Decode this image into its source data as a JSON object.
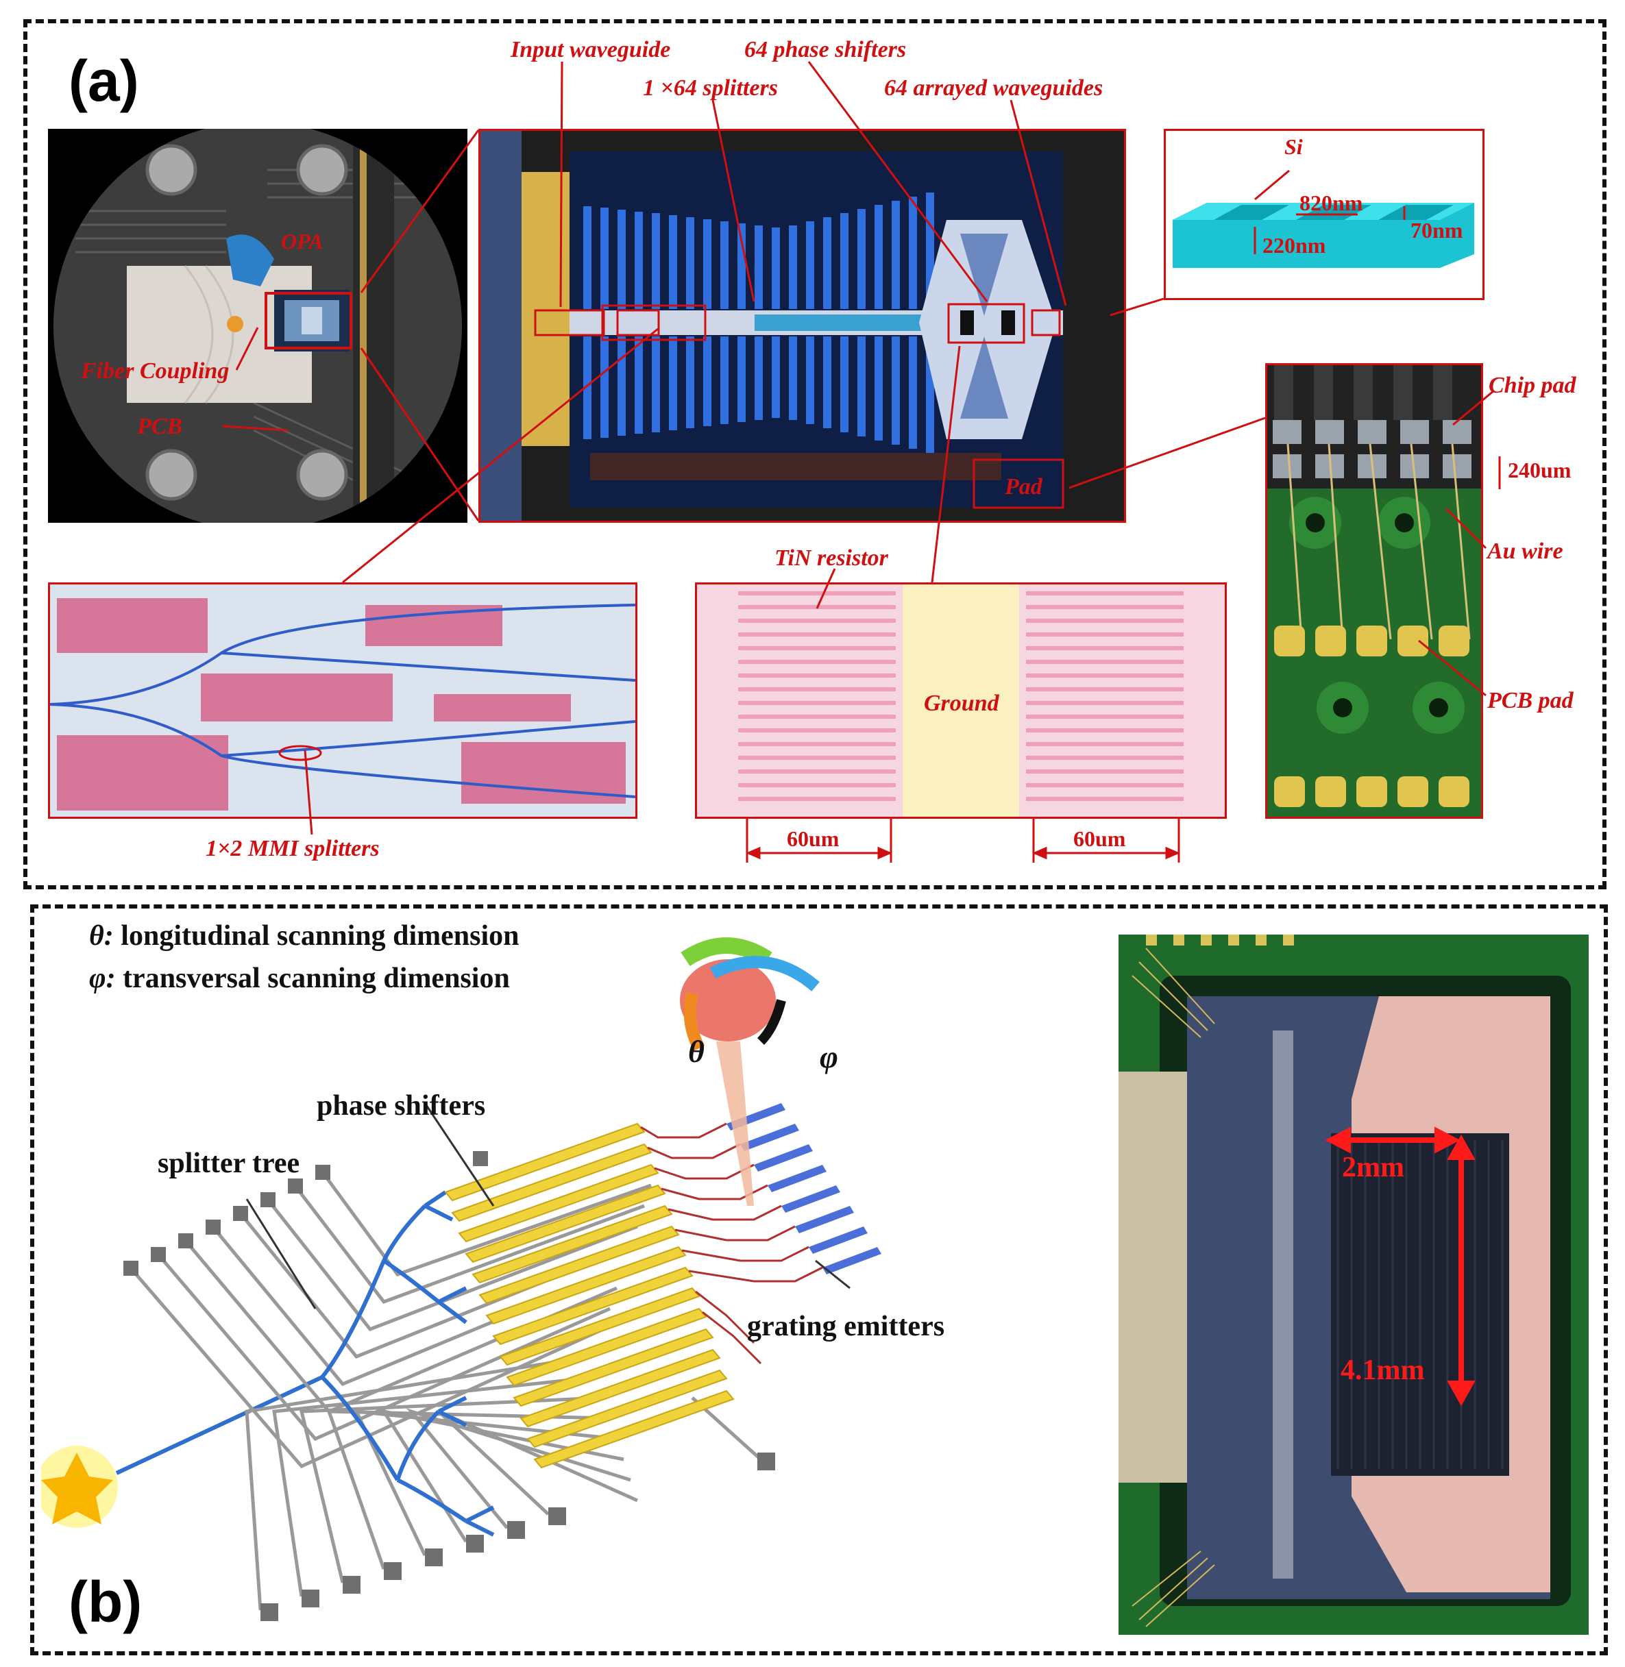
{
  "panel_a": {
    "letter": "(a)",
    "overview_labels": {
      "opa": "OPA",
      "fiber_coupling": "Fiber Coupling",
      "pcb": "PCB"
    },
    "chip_callouts": {
      "input_waveguide": "Input waveguide",
      "splitters": "1 ×64 splitters",
      "phase_shifters": "64 phase shifters",
      "arrayed_waveguides": "64 arrayed waveguides",
      "pad": "Pad"
    },
    "cross_section": {
      "material": "Si",
      "width": "820nm",
      "etch_depth": "70nm",
      "thickness": "220nm"
    },
    "pads": {
      "chip_pad": "Chip pad",
      "pitch": "240um",
      "au_wire": "Au wire",
      "pcb_pad": "PCB pad"
    },
    "splitter_inset": {
      "mmi": "1×2 MMI splitters"
    },
    "heater_inset": {
      "resistor": "TiN resistor",
      "ground": "Ground",
      "left_length": "60um",
      "right_length": "60um"
    },
    "colors": {
      "accent": "#d01010",
      "chip_blue": "#1d56c9",
      "heater_pink": "#f2a0b3",
      "pcb_green": "#2f7a34"
    }
  },
  "panel_b": {
    "letter": "(b)",
    "legend": [
      {
        "symbol": "θ:",
        "text": "longitudinal scanning dimension"
      },
      {
        "symbol": "φ:",
        "text": "transversal scanning dimension"
      }
    ],
    "angles": {
      "theta": "θ",
      "phi": "φ"
    },
    "schematic_labels": {
      "phase_shifters": "phase shifters",
      "splitter_tree": "splitter tree",
      "grating_emitters": "grating emitters"
    },
    "photo_dims": {
      "width": "2mm",
      "height": "4.1mm"
    }
  }
}
